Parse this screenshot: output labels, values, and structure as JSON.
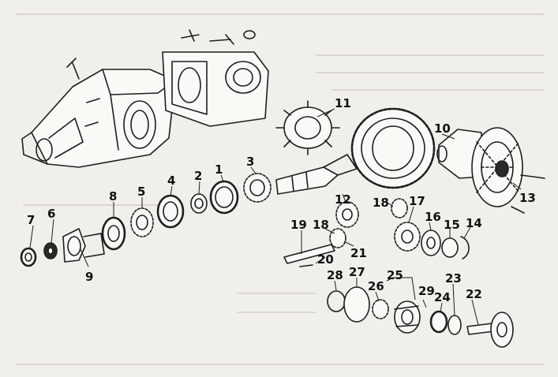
{
  "callouts": [
    {
      "id": "1",
      "text": "1"
    },
    {
      "id": "2",
      "text": "2"
    },
    {
      "id": "3",
      "text": "3"
    },
    {
      "id": "4",
      "text": "4"
    },
    {
      "id": "5",
      "text": "5"
    },
    {
      "id": "6",
      "text": "6"
    },
    {
      "id": "7",
      "text": "7"
    },
    {
      "id": "8",
      "text": "8"
    },
    {
      "id": "9",
      "text": "9"
    },
    {
      "id": "10",
      "text": "10"
    },
    {
      "id": "11",
      "text": "11"
    },
    {
      "id": "12",
      "text": "12"
    },
    {
      "id": "13",
      "text": "13"
    },
    {
      "id": "14",
      "text": "14"
    },
    {
      "id": "15",
      "text": "15"
    },
    {
      "id": "16",
      "text": "16"
    },
    {
      "id": "17",
      "text": "17"
    },
    {
      "id": "18a",
      "text": "18"
    },
    {
      "id": "18b",
      "text": "18"
    },
    {
      "id": "19",
      "text": "19"
    },
    {
      "id": "20",
      "text": "20"
    },
    {
      "id": "21",
      "text": "21"
    },
    {
      "id": "22",
      "text": "22"
    },
    {
      "id": "23",
      "text": "23"
    },
    {
      "id": "24",
      "text": "24"
    },
    {
      "id": "25",
      "text": "25"
    },
    {
      "id": "26",
      "text": "26"
    },
    {
      "id": "27",
      "text": "27"
    },
    {
      "id": "28",
      "text": "28"
    },
    {
      "id": "29",
      "text": "29"
    }
  ],
  "colors": {
    "ink": "#1e1e1e",
    "paper": "#f1efea"
  }
}
